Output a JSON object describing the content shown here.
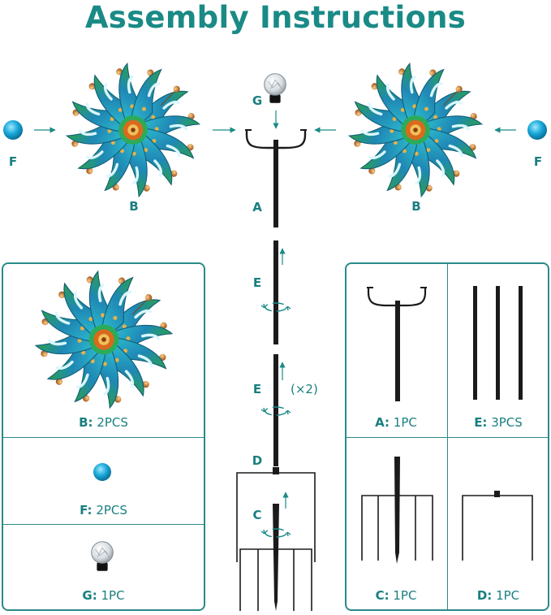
{
  "title": "Assembly Instructions",
  "diagram": {
    "labels": {
      "f_left": "F",
      "b_left": "B",
      "g": "G",
      "a": "A",
      "b_right": "B",
      "f_right": "F",
      "e1": "E",
      "e2": "E",
      "times_two": "(×2)",
      "d": "D",
      "c": "C"
    }
  },
  "parts": {
    "b": {
      "letter": "B:",
      "qty": "2PCS"
    },
    "f": {
      "letter": "F:",
      "qty": "2PCS"
    },
    "g": {
      "letter": "G:",
      "qty": "1PC"
    },
    "a": {
      "letter": "A:",
      "qty": "1PC"
    },
    "e": {
      "letter": "E:",
      "qty": "3PCS"
    },
    "c": {
      "letter": "C:",
      "qty": "1PC"
    },
    "d": {
      "letter": "D:",
      "qty": "1PC"
    }
  },
  "colors": {
    "accent": "#1a8a86",
    "ball": "#17a9d6",
    "copper": "#c87a2e",
    "rod": "#1b1b1b"
  },
  "icons": {
    "pinwheel": "pinwheel-icon",
    "ball": "glass-ball-icon",
    "solar_light": "solar-light-icon",
    "rotate": "rotate-icon",
    "arrow": "arrow-icon"
  }
}
